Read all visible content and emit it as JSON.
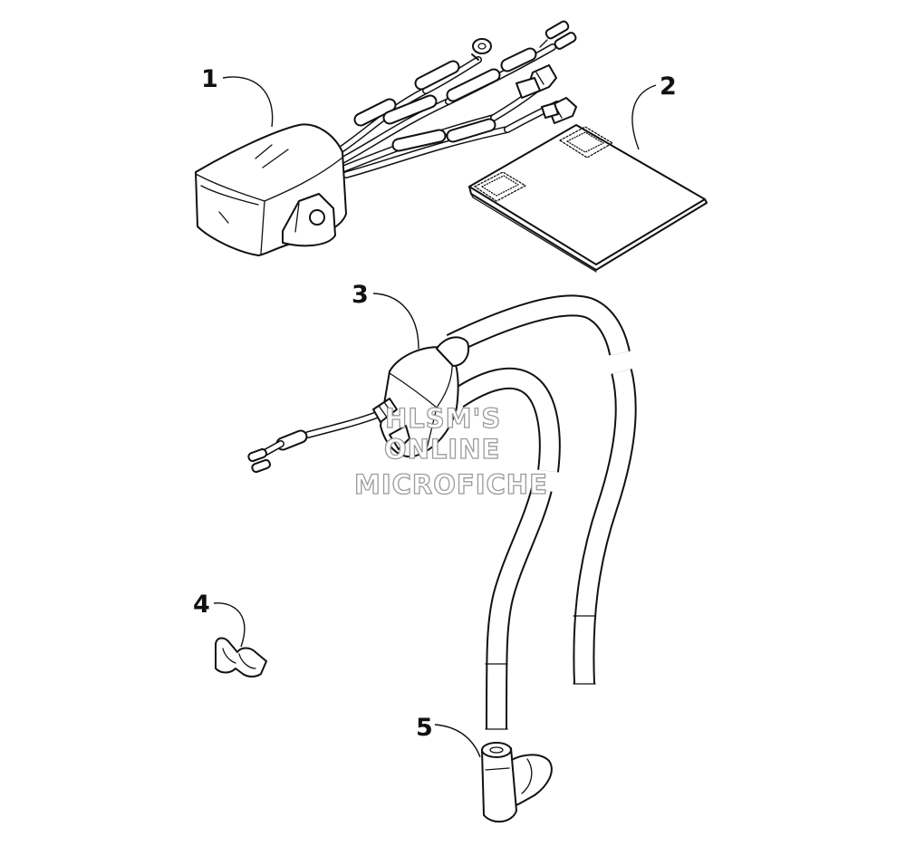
{
  "callouts": {
    "c1": "1",
    "c2": "2",
    "c3": "3",
    "c4": "4",
    "c5": "5"
  },
  "watermark": {
    "line1": "HLSM'S",
    "line2": "ONLINE",
    "line3": "MICROFICHE"
  },
  "parts": {
    "p1": "cdi-box-with-harness",
    "p2": "shim-pad",
    "p3": "ignition-coil",
    "p4": "wire-clip",
    "p5": "spark-plug-cap"
  }
}
